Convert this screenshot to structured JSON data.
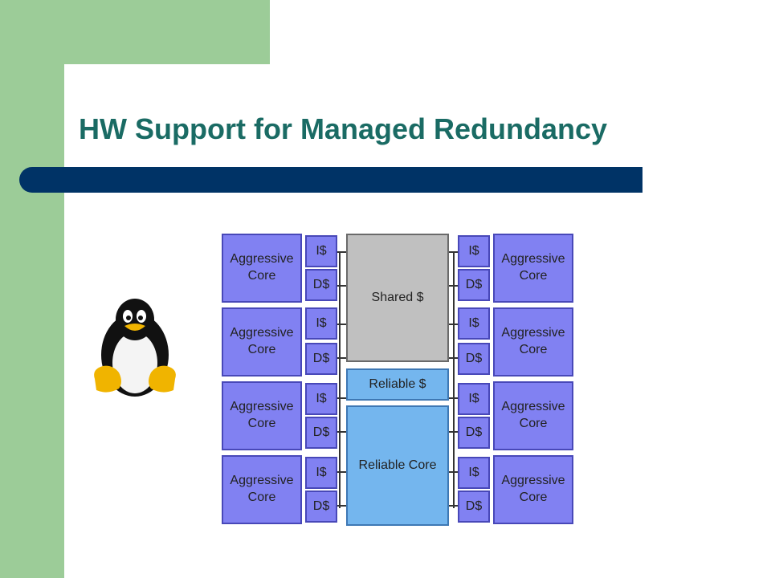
{
  "slide": {
    "title": "HW Support for Managed Redundancy",
    "colors": {
      "green": "#9ccc98",
      "bar": "#003366",
      "title": "#1a6b64",
      "core": "#8181f2",
      "shared": "#c0c0c0",
      "reliable": "#74b6ee"
    }
  },
  "logo": {
    "icon": "tux-penguin-icon"
  },
  "diagram": {
    "left_cores": [
      "Aggressive Core",
      "Aggressive Core",
      "Aggressive Core",
      "Aggressive Core"
    ],
    "right_cores": [
      "Aggressive Core",
      "Aggressive Core",
      "Aggressive Core",
      "Aggressive Core"
    ],
    "icache_label": "I$",
    "dcache_label": "D$",
    "shared_cache": "Shared $",
    "reliable_cache": "Reliable $",
    "reliable_core": "Reliable Core"
  }
}
